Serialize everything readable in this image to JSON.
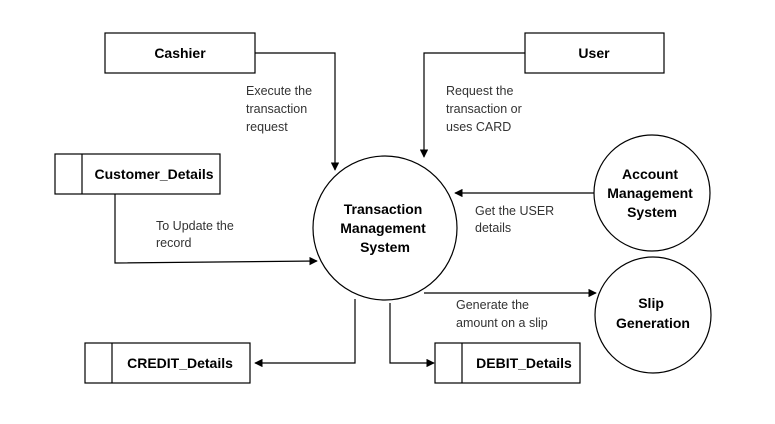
{
  "entities": {
    "cashier": "Cashier",
    "user": "User"
  },
  "stores": {
    "customer_details": "Customer_Details",
    "credit_details": "CREDIT_Details",
    "debit_details": "DEBIT_Details"
  },
  "processes": {
    "transaction": [
      "Transaction",
      "Management",
      "System"
    ],
    "account": [
      "Account",
      "Management",
      "System"
    ],
    "slip": [
      "Slip",
      "Generation"
    ]
  },
  "flows": {
    "cashier_to_tms": [
      "Execute the",
      "transaction",
      "request"
    ],
    "user_to_tms": [
      "Request the",
      "transaction or",
      "uses CARD"
    ],
    "customer_to_tms": [
      "To Update the",
      "record"
    ],
    "account_to_tms": [
      "Get the USER",
      "details"
    ],
    "tms_to_slip": [
      "Generate the",
      "amount on a slip"
    ]
  }
}
